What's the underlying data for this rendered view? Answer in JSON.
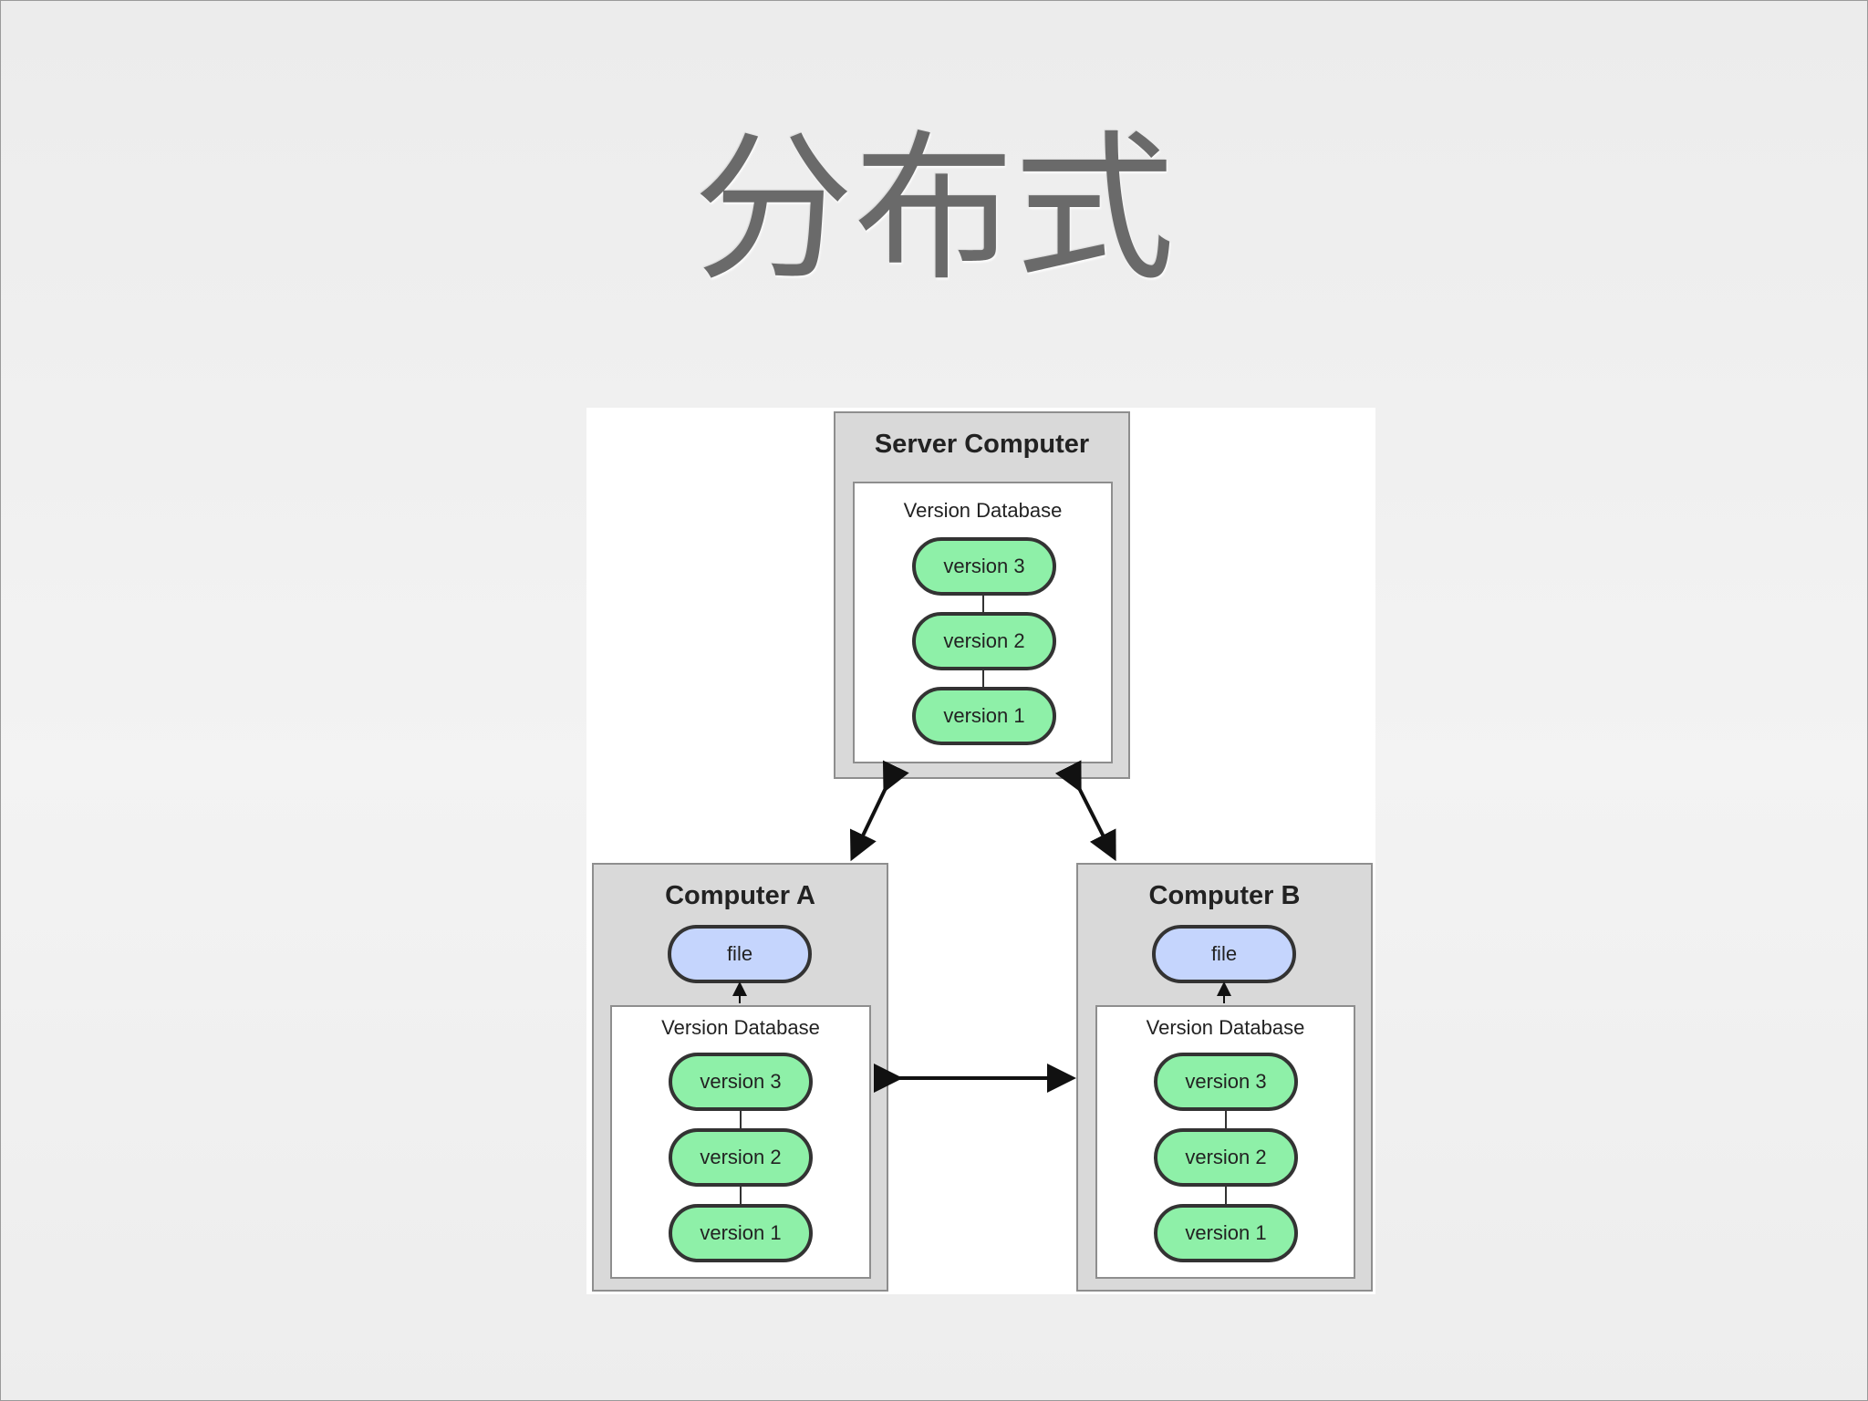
{
  "title": "分布式",
  "diagram": {
    "server": {
      "title": "Server Computer",
      "database_label": "Version Database",
      "versions": [
        "version 3",
        "version 2",
        "version 1"
      ]
    },
    "computer_a": {
      "title": "Computer A",
      "file_label": "file",
      "database_label": "Version Database",
      "versions": [
        "version 3",
        "version 2",
        "version 1"
      ]
    },
    "computer_b": {
      "title": "Computer B",
      "file_label": "file",
      "database_label": "Version Database",
      "versions": [
        "version 3",
        "version 2",
        "version 1"
      ]
    },
    "colors": {
      "version_fill": "#8ef0a8",
      "file_fill": "#c5d5fd",
      "box_fill": "#d9d9d9",
      "title_text": "#6a6a6a"
    }
  }
}
